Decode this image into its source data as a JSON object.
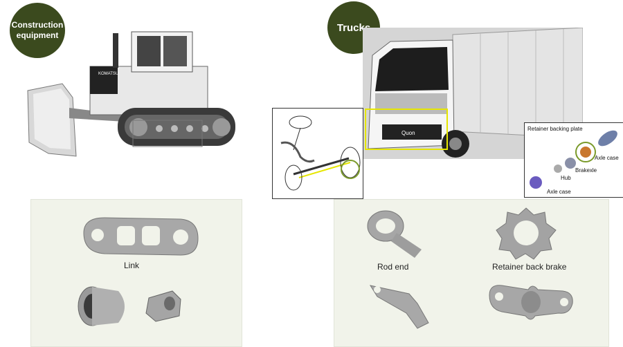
{
  "badges": {
    "construction_line1": "Construction",
    "construction_line2": "equipment",
    "trucks": "Trucks"
  },
  "truck_grille_text": "Quon",
  "brake_diagram": {
    "retainer_backing_plate": "Retainer backing plate",
    "axle_case_top": "Axle case",
    "brakexle": "Brakexle",
    "hub": "Hub",
    "axle_case_bottom": "Axle case"
  },
  "parts": {
    "link": "Link",
    "rod_end": "Rod end",
    "retainer_back_brake": "Retainer back brake"
  },
  "colors": {
    "badge": "#3b4a1e",
    "panel": "#f1f3ea",
    "highlight_yellow": "#e6e600",
    "highlight_green": "#7a9a2a"
  }
}
